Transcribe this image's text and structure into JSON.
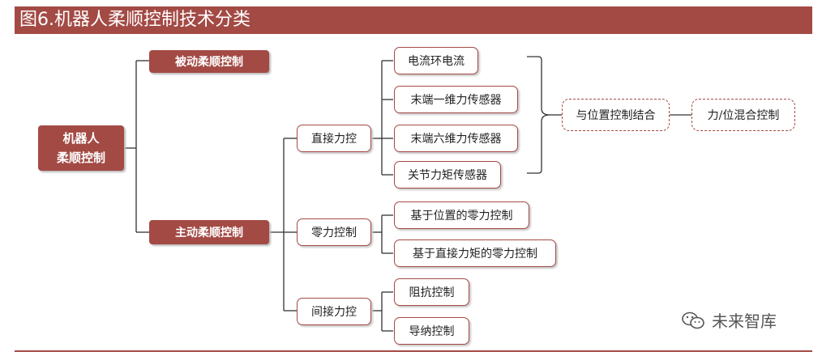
{
  "title": "图6.机器人柔顺控制技术分类",
  "root": {
    "line1": "机器人",
    "line2": "柔顺控制"
  },
  "passive": "被动柔顺控制",
  "active": "主动柔顺控制",
  "direct": "直接力控",
  "zero": "零力控制",
  "indirect": "间接力控",
  "sensors": [
    "电流环电流",
    "末端一维力传感器",
    "末端六维力传感器",
    "关节力矩传感器"
  ],
  "zero_items": [
    "基于位置的零力控制",
    "基于直接力矩的零力控制"
  ],
  "indirect_items": [
    "阻抗控制",
    "导纳控制"
  ],
  "combine": "与位置控制结合",
  "hybrid": "力/位混合控制",
  "watermark": "未来智库"
}
